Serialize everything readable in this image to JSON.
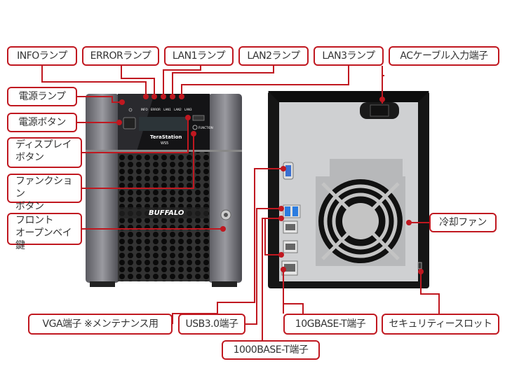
{
  "labels": {
    "info_lamp": "INFOランプ",
    "error_lamp": "ERRORランプ",
    "lan1_lamp": "LAN1ランプ",
    "lan2_lamp": "LAN2ランプ",
    "lan3_lamp": "LAN3ランプ",
    "ac_input": "ACケーブル入力端子",
    "power_lamp": "電源ランプ",
    "power_button": "電源ボタン",
    "display_button": [
      "ディスプレイ",
      "ボタン"
    ],
    "function_button": [
      "ファンクション",
      "ボタン"
    ],
    "bay_key": [
      "フロント",
      "オープンベイ鍵"
    ],
    "cooling_fan": "冷却ファン",
    "vga_port": "VGA端子 ※メンテナンス用",
    "usb_port": "USB3.0端子",
    "lan10g_port": "10GBASE-T端子",
    "security_slot": "セキュリティースロット",
    "lan1g_port": "1000BASE-T端子"
  },
  "device": {
    "brand": "TeraStation",
    "model": "WS5",
    "logo": "BUFFALO",
    "led_labels": [
      "INFO",
      "ERROR",
      "LAN1",
      "LAN2",
      "LAN3"
    ],
    "function_label": "FUNCTION"
  },
  "colors": {
    "accent": "#c01820"
  }
}
